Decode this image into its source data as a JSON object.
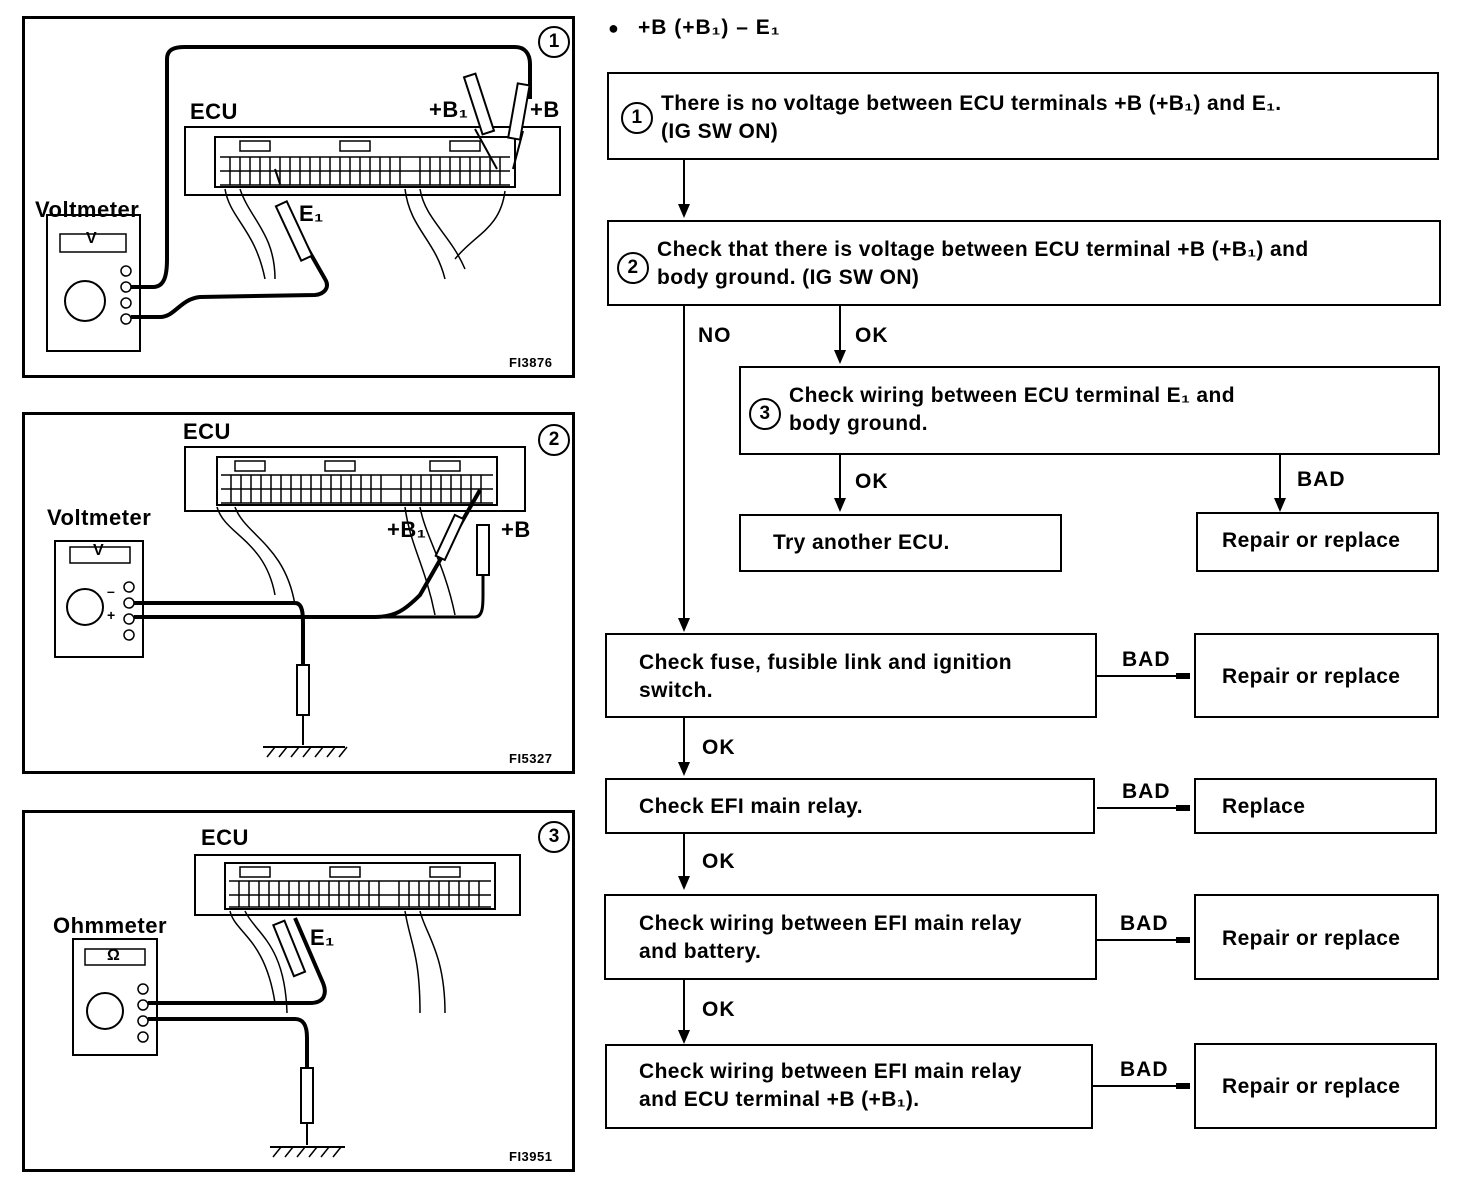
{
  "header": {
    "bullet": "●",
    "title": "+B (+B₁) – E₁"
  },
  "panels": [
    {
      "number": "1",
      "meter_label": "Voltmeter",
      "meter_symbol": "V",
      "ecu_label": "ECU",
      "probe_label_1": "+B₁",
      "probe_label_2": "+B",
      "probe_label_3": "E₁",
      "figure_code": "FI3876"
    },
    {
      "number": "2",
      "meter_label": "Voltmeter",
      "meter_symbol": "V",
      "ecu_label": "ECU",
      "probe_label_1": "+B₁",
      "probe_label_2": "+B",
      "minus": "–",
      "plus": "+",
      "figure_code": "FI5327"
    },
    {
      "number": "3",
      "meter_label": "Ohmmeter",
      "meter_symbol": "Ω",
      "ecu_label": "ECU",
      "probe_label_1": "E₁",
      "figure_code": "FI3951"
    }
  ],
  "flow": {
    "step1": {
      "num": "1",
      "line1": "There is no voltage between ECU terminals +B (+B₁) and E₁.",
      "line2": "(IG  SW  ON)"
    },
    "step2": {
      "num": "2",
      "line1": "Check that there is voltage between ECU terminal +B (+B₁) and",
      "line2": "body ground. (IG  SW  ON)"
    },
    "step3": {
      "num": "3",
      "line1": "Check wiring between ECU terminal E₁ and",
      "line2": "body ground."
    },
    "try_ecu": "Try another ECU.",
    "fuse": {
      "line1": "Check fuse, fusible link and ignition",
      "line2": "switch."
    },
    "efi_relay": "Check EFI main relay.",
    "relay_battery": {
      "line1": "Check wiring between EFI main relay",
      "line2": "and battery."
    },
    "relay_ecu": {
      "line1": "Check wiring between EFI main relay",
      "line2": "and ECU terminal +B (+B₁)."
    },
    "repair_replace": "Repair or replace",
    "replace": "Replace",
    "labels": {
      "no": "NO",
      "ok": "OK",
      "bad": "BAD"
    }
  }
}
